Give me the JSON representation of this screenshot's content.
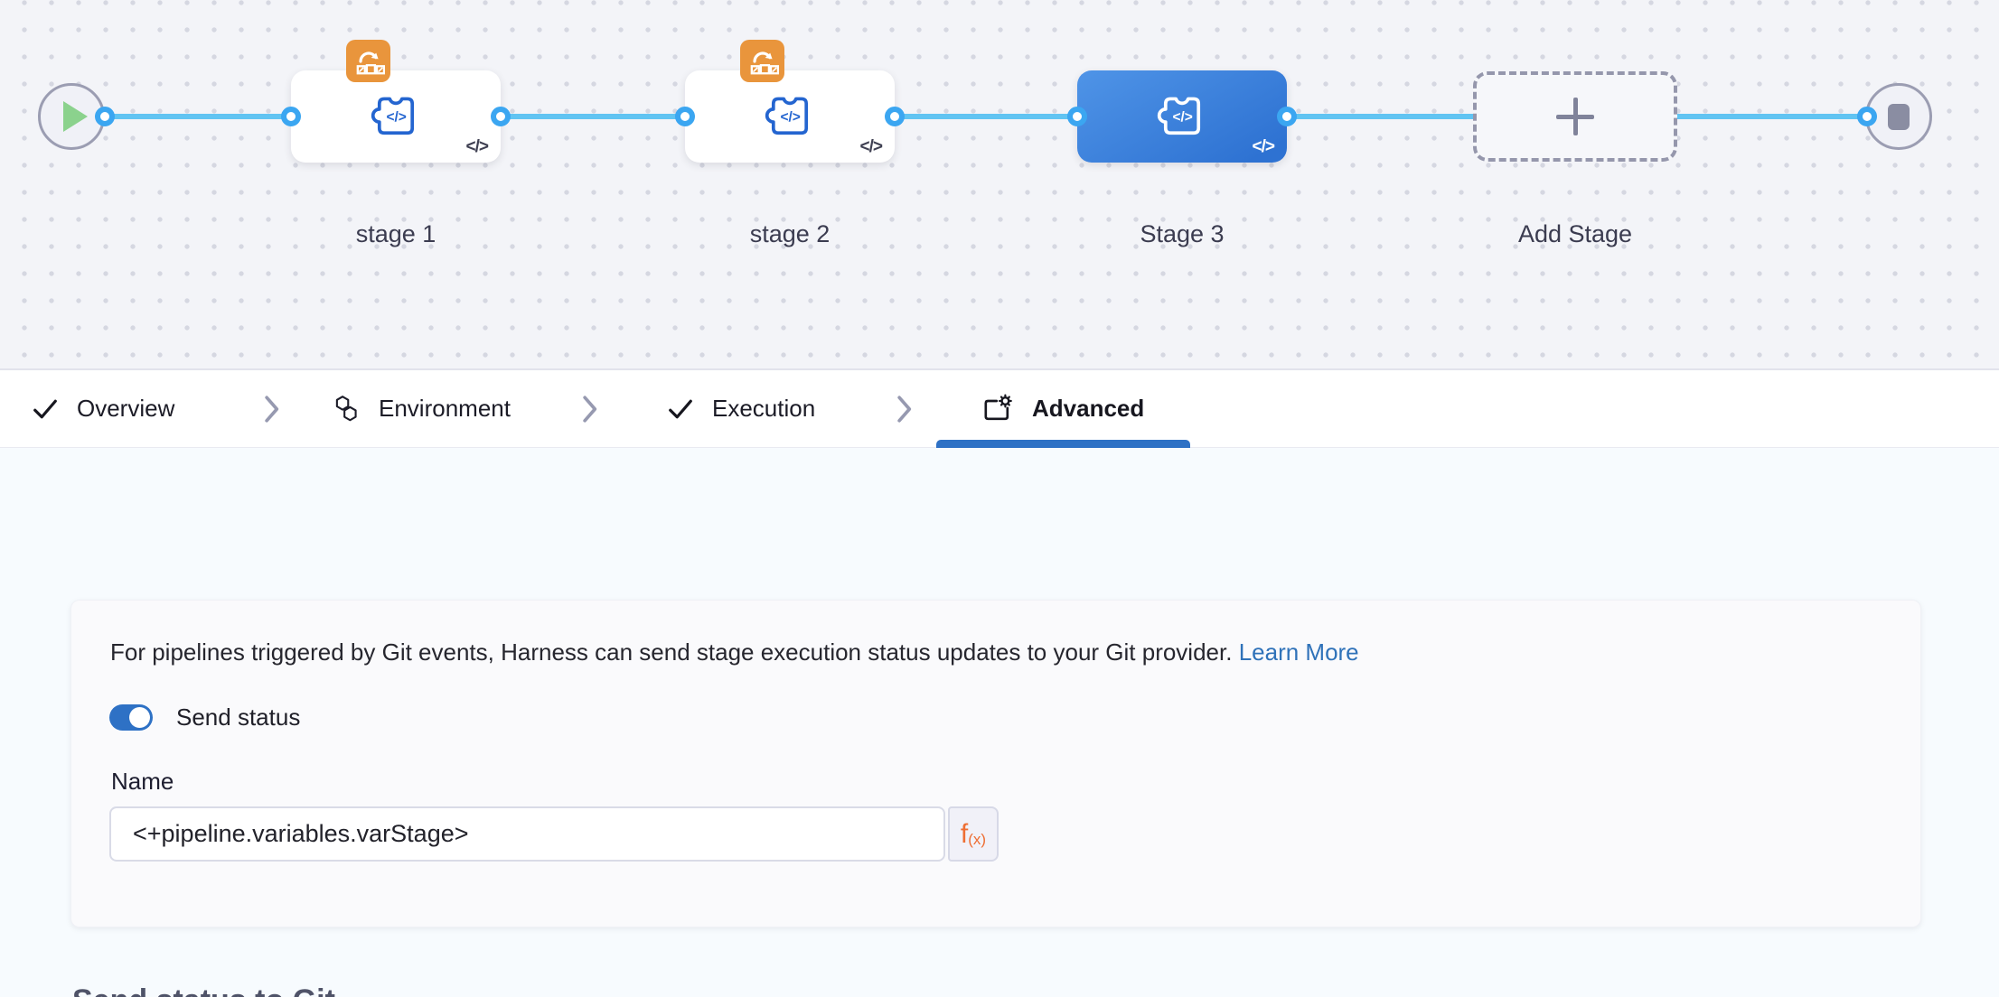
{
  "canvas": {
    "code_glyph": "</>",
    "stages": [
      {
        "label": "stage 1",
        "type": "custom-stage",
        "selected": false,
        "badge": "ci-build-badge"
      },
      {
        "label": "stage 2",
        "type": "custom-stage",
        "selected": false,
        "badge": "ci-build-badge"
      },
      {
        "label": "Stage 3",
        "type": "custom-stage",
        "selected": true,
        "badge": null
      }
    ],
    "add_stage_label": "Add Stage",
    "start_node_icon": "play-icon",
    "end_node_icon": "stop-icon"
  },
  "tabs": {
    "separator_icon": "chevron-right-icon",
    "items": [
      {
        "label": "Overview",
        "icon": "check-icon",
        "active": false
      },
      {
        "label": "Environment",
        "icon": "environment-icon",
        "active": false
      },
      {
        "label": "Execution",
        "icon": "check-icon",
        "active": false
      },
      {
        "label": "Advanced",
        "icon": "advanced-gear-icon",
        "active": true
      }
    ]
  },
  "panel": {
    "title": "Send status to Git",
    "description": "For pipelines triggered by Git events, Harness can send stage execution status updates to your Git provider.",
    "learn_more": "Learn More",
    "toggle_label": "Send status",
    "toggle_on": true,
    "name_label": "Name",
    "name_value": "<+pipeline.variables.varStage>",
    "expression_fn": "f",
    "expression_sub": "(x)"
  },
  "colors": {
    "accent_blue": "#2e71c5",
    "link_blue": "#2f72b9",
    "line_blue": "#61c4f2",
    "port_blue": "#3ba6f1",
    "node_icon_blue": "#2465d0",
    "selected_stage_gradient_start": "#4f94e7",
    "selected_stage_gradient_end": "#2e72d2",
    "badge_orange": "#e9953c",
    "expression_orange": "#ee6e33",
    "play_green": "#8bd28d"
  }
}
